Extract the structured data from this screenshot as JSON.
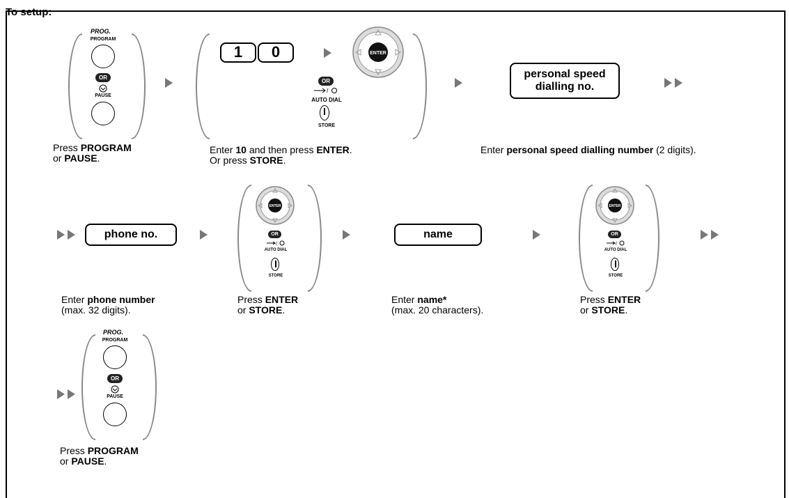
{
  "section": {
    "title": "To setup:"
  },
  "keys": {
    "prog_label": "PROG.",
    "program_label": "PROGRAM",
    "pause_label": "PAUSE",
    "or_label": "OR",
    "enter_label": "ENTER",
    "auto_dial_label": "AUTO DIAL",
    "store_label": "STORE",
    "digit_1": "1",
    "digit_2": "0",
    "personal_speed_box": "personal speed dialling no.",
    "phone_box": "phone no.",
    "name_box": "name"
  },
  "steps": [
    {
      "caption_a": "Press ",
      "caption_b": "PROGRAM",
      "caption_c": "or ",
      "caption_d": "PAUSE",
      "caption_e": "."
    },
    {
      "caption_a": "Enter ",
      "caption_b": "10",
      "caption_c": " and then press ",
      "caption_d": "ENTER",
      "caption_e": ".",
      "caption_f": "Or press ",
      "caption_g": "STORE",
      "caption_h": "."
    },
    {
      "caption_a": "Enter ",
      "caption_b": "personal speed dialling number",
      "caption_c": " (2 digits)."
    },
    {
      "caption_a": "Enter ",
      "caption_b": "phone number",
      "caption_c": "(max. 32 digits)."
    },
    {
      "caption_a": "Press ",
      "caption_b": "ENTER",
      "caption_c": "or ",
      "caption_d": "STORE",
      "caption_e": "."
    },
    {
      "caption_a": "Enter ",
      "caption_b": "name*",
      "caption_c": "(max. 20 characters)."
    },
    {
      "caption_a": "Press ",
      "caption_b": "ENTER",
      "caption_c": "or ",
      "caption_d": "STORE",
      "caption_e": "."
    },
    {
      "caption_a": "Press ",
      "caption_b": "PROGRAM",
      "caption_c": "or ",
      "caption_d": "PAUSE",
      "caption_e": "."
    }
  ],
  "colors": {
    "arrow": "#777777",
    "paren": "#888888",
    "badge": "#222222"
  }
}
